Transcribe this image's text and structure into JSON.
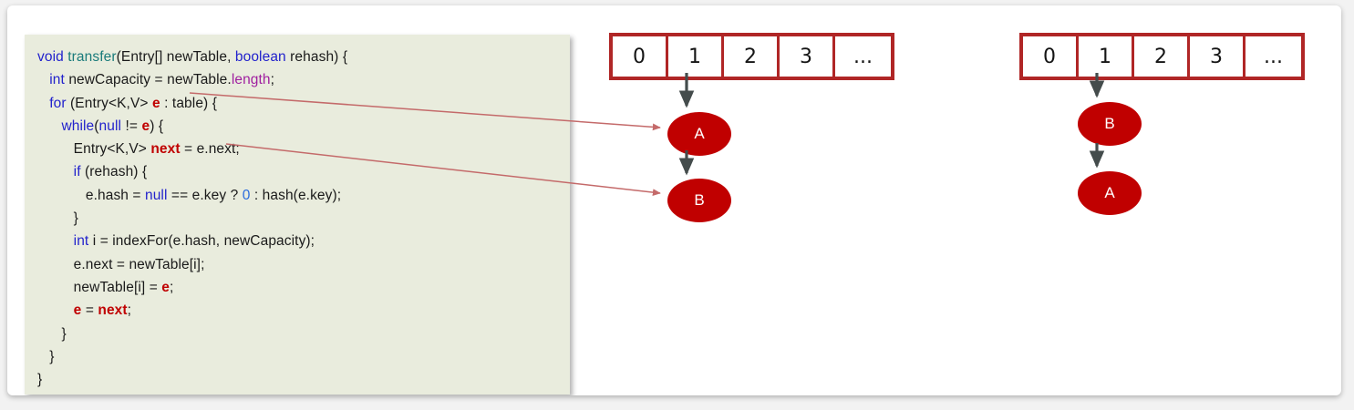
{
  "code": {
    "title": "transfer-method-source",
    "background": "#e9ecdd",
    "lines": [
      "void transfer(Entry[] newTable, boolean rehash) {",
      "   int newCapacity = newTable.length;",
      "   for (Entry<K,V> e : table) {",
      "      while(null != e) {",
      "         Entry<K,V> next = e.next;",
      "         if (rehash) {",
      "            e.hash = null == e.key ? 0 : hash(e.key);",
      "         }",
      "         int i = indexFor(e.hash, newCapacity);",
      "         e.next = newTable[i];",
      "         newTable[i] = e;",
      "         e = next;",
      "      }",
      "   }",
      "}"
    ],
    "highlighted_tokens": [
      "e",
      "next"
    ],
    "keywords": [
      "void",
      "int",
      "for",
      "while",
      "if",
      "boolean",
      "null"
    ],
    "method_name": "transfer",
    "field_token": "length",
    "literal_token": "0"
  },
  "diagrams": [
    {
      "name": "before-rehash",
      "bucket_labels": [
        "0",
        "1",
        "2",
        "3",
        "..."
      ],
      "linked_from_bucket": "1",
      "nodes": [
        "A",
        "B"
      ],
      "node_color": "#c00000",
      "table_border_color": "#b02626",
      "pointer_color": "#444c4c"
    },
    {
      "name": "after-rehash",
      "bucket_labels": [
        "0",
        "1",
        "2",
        "3",
        "..."
      ],
      "linked_from_bucket": "1",
      "nodes": [
        "B",
        "A"
      ],
      "node_color": "#c00000",
      "table_border_color": "#b02626",
      "pointer_color": "#444c4c"
    }
  ],
  "annotations": {
    "arrow_color": "#c46a6a",
    "arrows": [
      {
        "name": "e-to-node-A",
        "from_token": "e",
        "to_node": "A"
      },
      {
        "name": "next-to-node-B",
        "from_token": "next",
        "to_node": "B"
      }
    ]
  }
}
